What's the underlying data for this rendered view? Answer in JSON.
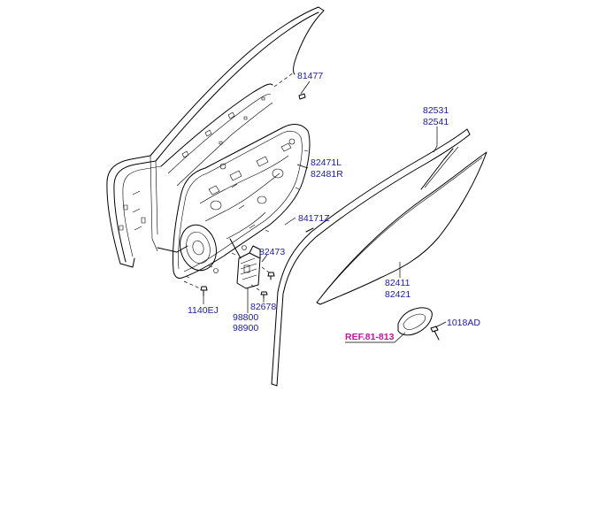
{
  "colors": {
    "label": "#1a1aa6",
    "reference": "#c0169e",
    "line": "#000000",
    "background": "#ffffff"
  },
  "labels": {
    "p81477": "81477",
    "p82531": "82531",
    "p82541": "82541",
    "p82471L": "82471L",
    "p82481R": "82481R",
    "p84171Z": "84171Z",
    "p82473": "82473",
    "p82411": "82411",
    "p82421": "82421",
    "p1140EJ": "1140EJ",
    "p98800": "98800",
    "p98900": "98900",
    "p82678": "82678",
    "p1018AD": "1018AD",
    "ref": "REF.81-813"
  }
}
